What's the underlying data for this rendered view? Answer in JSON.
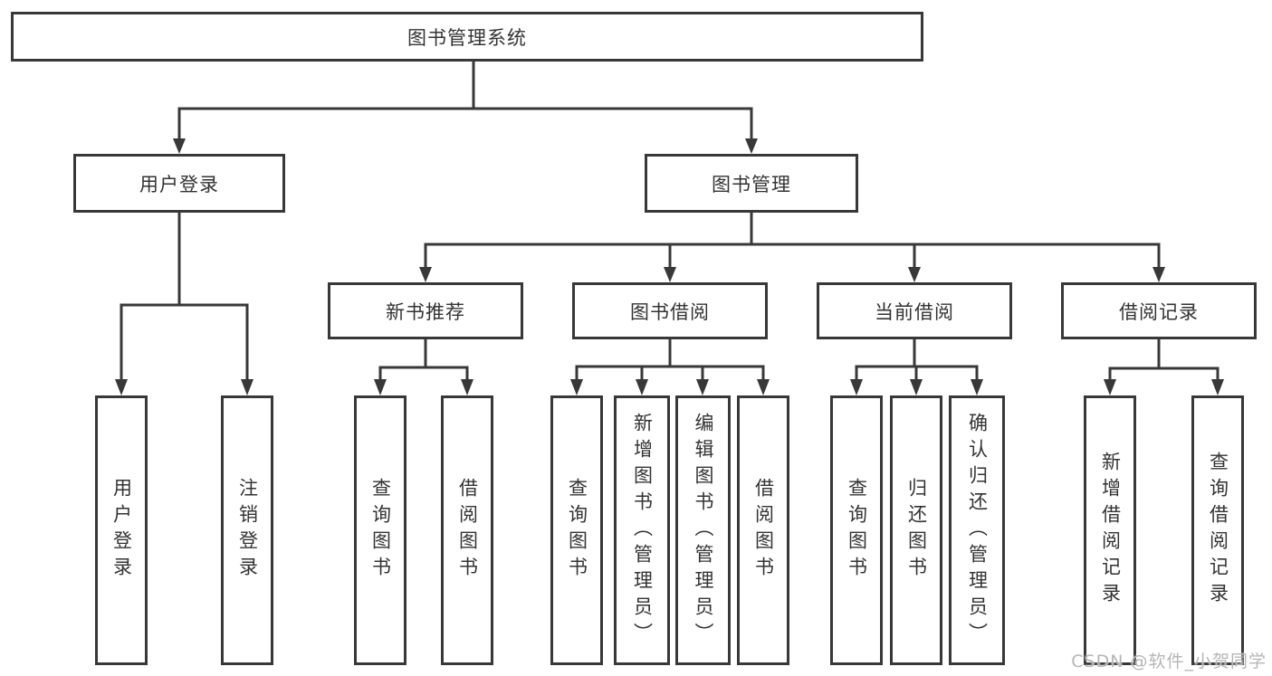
{
  "colors": {
    "line": "#383838",
    "text": "#333333",
    "node_bg": "#ffffff",
    "watermark": "#b6b6b6"
  },
  "watermark": "CSDN @软件_小贺同学",
  "tree": {
    "root": "图书管理系统",
    "branches": [
      {
        "label": "用户登录",
        "children": [
          "用户登录",
          "注销登录"
        ]
      },
      {
        "label": "图书管理",
        "children": [
          {
            "label": "新书推荐",
            "children": [
              "查询图书",
              "借阅图书"
            ]
          },
          {
            "label": "图书借阅",
            "children": [
              "查询图书",
              "新增图书（管理员）",
              "编辑图书（管理员）",
              "借阅图书"
            ]
          },
          {
            "label": "当前借阅",
            "children": [
              "查询图书",
              "归还图书",
              "确认归还（管理员）"
            ]
          },
          {
            "label": "借阅记录",
            "children": [
              "新增借阅记录",
              "查询借阅记录"
            ]
          }
        ]
      }
    ]
  }
}
